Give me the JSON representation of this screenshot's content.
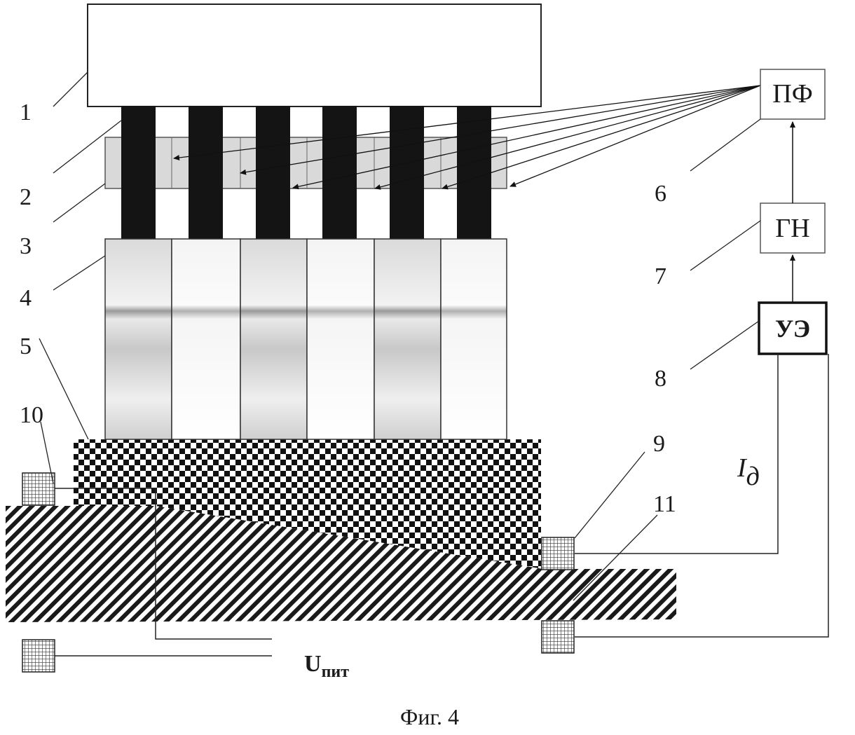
{
  "figure": {
    "caption": "Фиг. 4",
    "labels": {
      "n1": "1",
      "n2": "2",
      "n3": "3",
      "n4": "4",
      "n5": "5",
      "n6": "6",
      "n7": "7",
      "n8": "8",
      "n9": "9",
      "n10": "10",
      "n11": "11"
    },
    "blocks": {
      "pf": "ПФ",
      "gn": "ГН",
      "ue": "УЭ"
    },
    "signals": {
      "current_main": "I",
      "current_sub": "д",
      "supply_main": "U",
      "supply_sub": "пит"
    }
  }
}
